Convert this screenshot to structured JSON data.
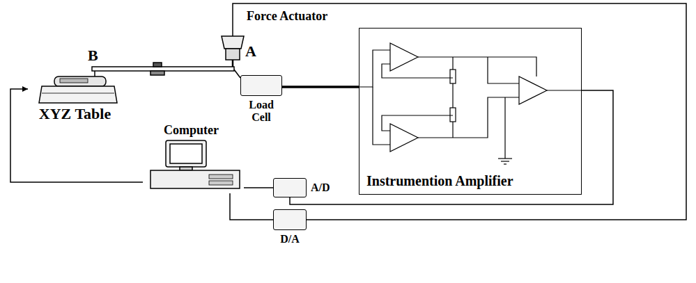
{
  "diagram": {
    "nodes": [
      {
        "text": [
          "Force Actuator"
        ]
      },
      {
        "text": [
          "XYZ Table"
        ]
      },
      {
        "text": [
          "Load Cell"
        ]
      },
      {
        "text": [
          "Instrumention Amplifier"
        ]
      },
      {
        "text": [
          "Computer"
        ]
      },
      {
        "text": [
          "A/D"
        ]
      },
      {
        "text": [
          "D/A"
        ]
      }
    ],
    "edges": [
      {
        "from": 0,
        "to": 6,
        "arrow": "none"
      },
      {
        "from": 2,
        "to": 3,
        "arrow": "none"
      },
      {
        "from": 3,
        "to": 5,
        "arrow": "none"
      },
      {
        "from": 4,
        "to": 5,
        "arrow": "none"
      },
      {
        "from": 4,
        "to": 6,
        "arrow": "none"
      },
      {
        "from": 4,
        "to": 1,
        "arrow": "to"
      }
    ],
    "labels": [
      "A",
      "B"
    ]
  }
}
